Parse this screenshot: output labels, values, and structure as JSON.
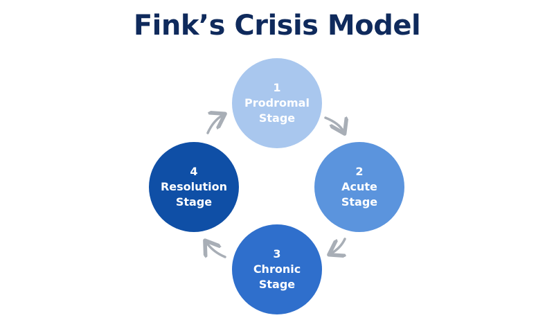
{
  "title": "Fink’s Crisis Model",
  "stages": [
    {
      "number": "1",
      "name": "Prodromal",
      "suffix": "Stage",
      "color": "#a9c7ee"
    },
    {
      "number": "2",
      "name": "Acute",
      "suffix": "Stage",
      "color": "#5b94dd"
    },
    {
      "number": "3",
      "name": "Chronic",
      "suffix": "Stage",
      "color": "#2f6fcc"
    },
    {
      "number": "4",
      "name": "Resolution",
      "suffix": "Stage",
      "color": "#0f4fa6"
    }
  ],
  "arrow_color": "#a8aeb6"
}
